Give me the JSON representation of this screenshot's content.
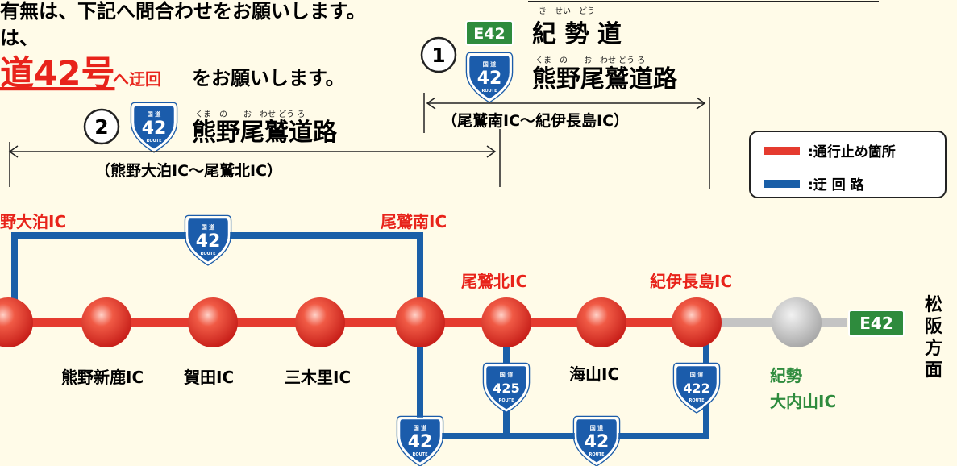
{
  "notice": {
    "line1": "有無は、下記へ問合わせをお願いします。",
    "line2": "は、",
    "route_emph": "道42号",
    "detour_small": "へ迂回",
    "line3_rest": "をお願いします。"
  },
  "section1": {
    "number": "1",
    "e_badge": "E42",
    "road_a": "紀 勢 道",
    "road_a_ruby": "き　せい　どう",
    "road_b": "熊野尾鷲道路",
    "road_b_ruby": "くま　の　　お　わせ どう ろ",
    "range": "（尾鷲南IC〜紀伊長島IC）"
  },
  "section2": {
    "number": "2",
    "road": "熊野尾鷲道路",
    "road_ruby": "くま　の　　お　わせ どう ろ",
    "range": "（熊野大泊IC〜尾鷲北IC）"
  },
  "legend": {
    "closed": ":通行止め箇所",
    "detour": ":迂 回 路",
    "colors": {
      "closed": "#e53b2f",
      "detour": "#1a5fa8"
    }
  },
  "shield": {
    "top": "国 道",
    "bottom": "ROUTE"
  },
  "interchanges": {
    "kumano_odomari": "野大泊IC",
    "owase_minami": "尾鷲南IC",
    "owase_kita": "尾鷲北IC",
    "kii_nagashima": "紀伊長島IC",
    "kumano_shinka": "熊野新鹿IC",
    "kata": "賀田IC",
    "mikiri": "三木里IC",
    "miyama": "海山IC",
    "kisei_ouchiyama_1": "紀勢",
    "kisei_ouchiyama_2": "大内山IC"
  },
  "routes": {
    "r42": "42",
    "r425": "425",
    "r422": "422",
    "e42": "E42"
  },
  "direction": {
    "c1": "松",
    "c2": "阪",
    "c3": "方",
    "c4": "面"
  }
}
